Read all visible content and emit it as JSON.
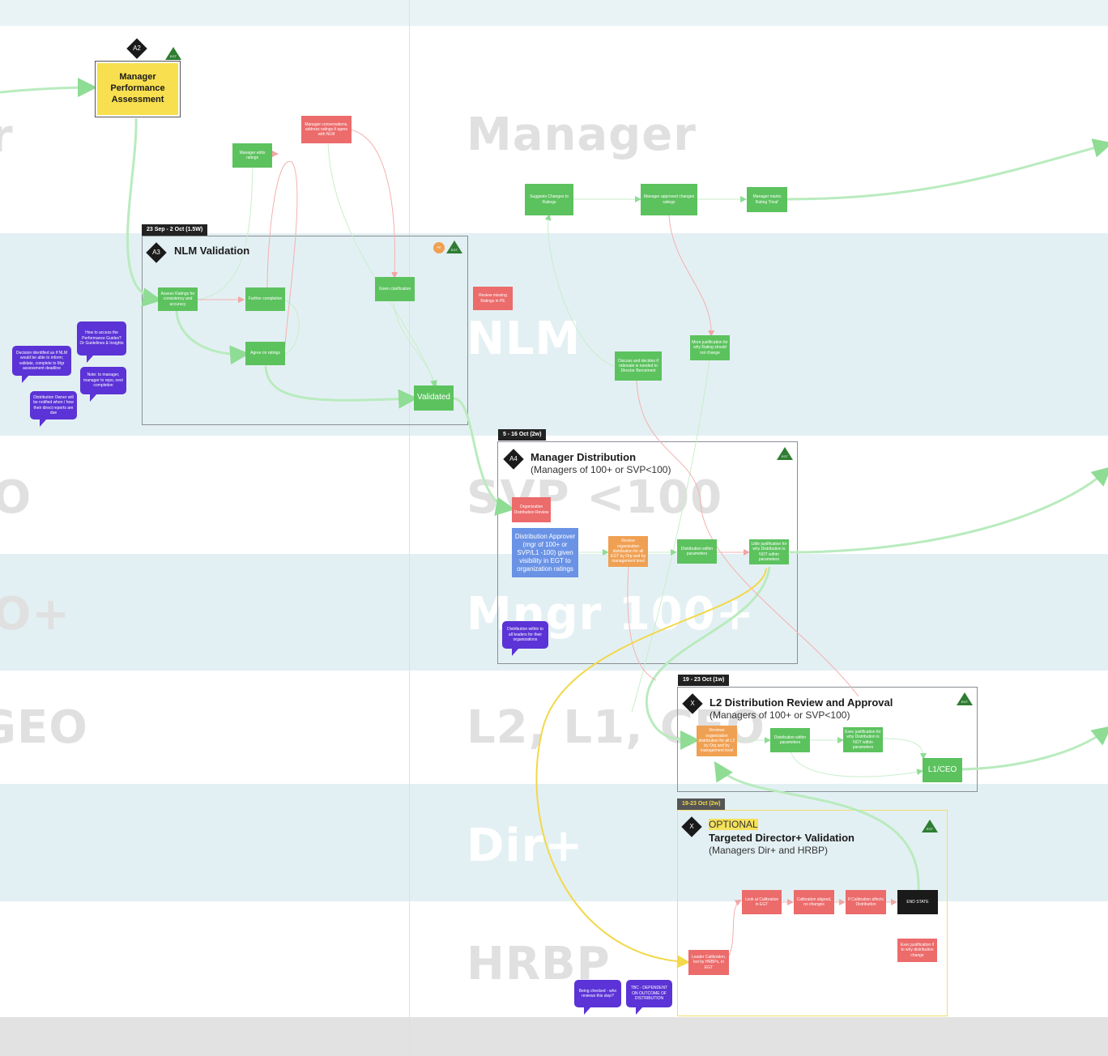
{
  "swimlanes": {
    "left_column": [
      "r",
      "OO",
      "OO+",
      "GEO"
    ],
    "right_column": [
      "Manager",
      "NLM",
      "SVP <100",
      "Mngr 100+",
      "L2, L1, CEO",
      "Dir+",
      "HRBP"
    ]
  },
  "a2": {
    "badge": "A2",
    "node": "Manager Performance Assessment",
    "tag": "EGT"
  },
  "a3": {
    "date": "23 Sep - 2 Oct (1.5W)",
    "badge": "A3",
    "title": "NLM Validation",
    "tag_circle": "PE",
    "tag": "EGT",
    "nodes": {
      "assess": "Assess Ratings for consistency and accuracy",
      "further_completion": "Further completion",
      "agree": "Agree on ratings",
      "manager_edits": "Manager edits ratings",
      "manager_conversations": "Manager conversations, address ratings if agree with NLM",
      "given_clarification": "Given clarification",
      "validated": "Validated",
      "review_missing": "Review missing Ratings in PE"
    }
  },
  "manager_lane_nodes": {
    "suggests": "Suggests Changes to Ratings",
    "manager_approved": "Manager approved changes ratings",
    "manager_marks": "Manager marks Rating 'Final'",
    "discuss_and_decides": "Discuss and decides if rationale is needed to Director Bercement",
    "more_justification": "More justification for why Rating should not change"
  },
  "a4": {
    "date": "5 - 16 Oct (2w)",
    "badge": "A4",
    "title": "Manager Distribution",
    "subtitle": "(Managers of 100+ or SVP<100)",
    "tag": "EGT",
    "nodes": {
      "org_review": "Organization Distribution Review",
      "approver": "Distribution Approver (mgr of 100+ or SVP/L1 -100) given visibility in EGT to organization ratings",
      "review_org": "Review organization distribution for all EGT by Org and by management level",
      "within_params": "Distribution within parameters",
      "justification": "Little justification for why Distribution is NOT within parameters"
    },
    "note": "Distribution within to all leaders for their organizations"
  },
  "l2": {
    "date": "19 - 23 Oct (1w)",
    "badge": "X",
    "title": "L2 Distribution Review and Approval",
    "subtitle": "(Managers of 100+ or SVP<100)",
    "tag": "EGT",
    "nodes": {
      "review": "Reviews organization distribution for all L2 by Org and by management level",
      "within": "Distribution within parameters",
      "exec_justification": "Exec justification for why Distribution is NOT within parameters",
      "l1_ceo": "L1/CEO"
    }
  },
  "optional": {
    "date": "19-23 Oct (2w)",
    "badge": "X",
    "highlight": "OPTIONAL",
    "title": "Targeted Director+ Validation",
    "subtitle": "(Managers Dir+ and HRBP)",
    "tag": "EGT",
    "nodes": {
      "leader_calibration": "Leader Calibration, led by HRBPs, in EGT",
      "look_at_calibration": "Look at Calibration in EGT",
      "calibration_aligned": "Calibration aligned, no changes",
      "if_calibration": "If Calibration affects Distribution",
      "end_state": "END STATE",
      "exec_justification": "Exec justification if to why distribution change"
    }
  },
  "bubbles": {
    "b1": "How to access the Performance Guides? Or Guidelines & Insights",
    "b2": "Decision identified as if NLM would be able to inform; validate, complete to Mgr assessment deadline",
    "b3": "Note: to manager, manager to repo, next completion",
    "b4": "Distribution Owner will be notified when / how their direct reports are due",
    "b5": "Being checked - who reviews this step?",
    "b6": "TBC - DEPENDENT ON OUTCOME OF DISTRIBUTION"
  },
  "colors": {
    "process_green": "#5cc25e",
    "action_red": "#ec6b6b",
    "review_orange": "#f0a052",
    "approver_blue": "#6a93e6",
    "start_yellow": "#f7df4f",
    "note_purple": "#5b33d6",
    "tag_green": "#2e7d32"
  }
}
